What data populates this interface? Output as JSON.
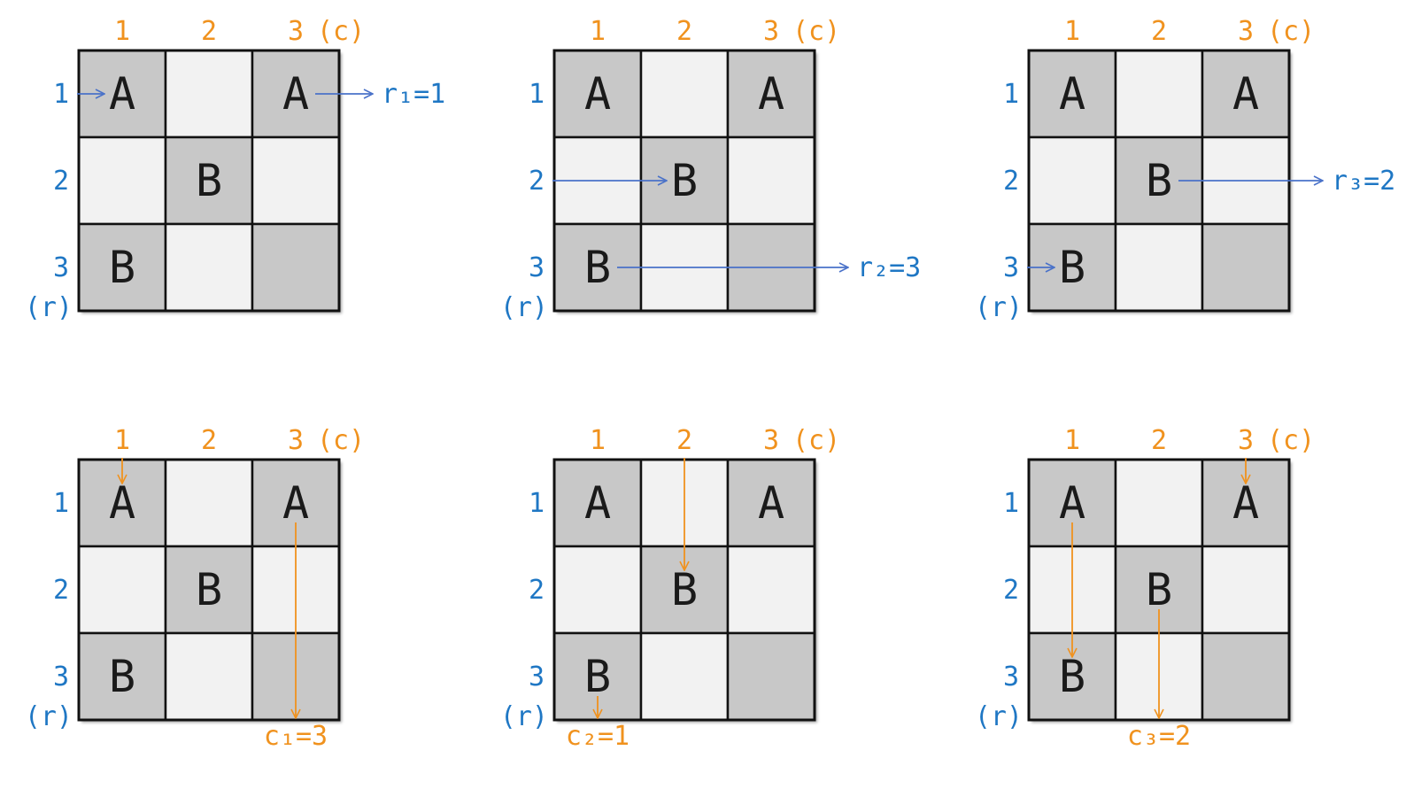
{
  "colors": {
    "row_label": "#1f77c4",
    "col_label": "#f0921e",
    "row_arrow": "#4a72c9",
    "col_arrow": "#f0921e",
    "cell_dark": "#c8c8c8",
    "cell_light": "#f2f2f2",
    "grid_line": "#111111"
  },
  "grid": {
    "cells": [
      [
        "A",
        "",
        "A"
      ],
      [
        "",
        "B",
        ""
      ],
      [
        "B",
        "",
        ""
      ]
    ],
    "dark": [
      [
        true,
        false,
        true
      ],
      [
        false,
        true,
        false
      ],
      [
        true,
        false,
        true
      ]
    ]
  },
  "col_labels": [
    "1",
    "2",
    "3",
    "(c)"
  ],
  "row_labels": [
    "1",
    "2",
    "3",
    "(r)"
  ],
  "panels": [
    {
      "kind": "row",
      "result": "r₁=1",
      "arrows": [
        {
          "line": 1,
          "from": "label",
          "to": 1
        },
        {
          "line": 1,
          "from": 3,
          "to": "out"
        }
      ]
    },
    {
      "kind": "row",
      "result": "r₂=3",
      "arrows": [
        {
          "line": 2,
          "from": "label",
          "to": 2
        },
        {
          "line": 3,
          "from": 1,
          "to": "out"
        }
      ]
    },
    {
      "kind": "row",
      "result": "r₃=2",
      "arrows": [
        {
          "line": 3,
          "from": "label",
          "to": 1
        },
        {
          "line": 2,
          "from": 2,
          "to": "out"
        }
      ]
    },
    {
      "kind": "col",
      "result": "c₁=3",
      "arrows": [
        {
          "line": 1,
          "from": "label",
          "to": 1
        },
        {
          "line": 3,
          "from": 1,
          "to": "out"
        }
      ]
    },
    {
      "kind": "col",
      "result": "c₂=1",
      "arrows": [
        {
          "line": 2,
          "from": "label",
          "to": 2
        },
        {
          "line": 1,
          "from": 3,
          "to": "out"
        }
      ]
    },
    {
      "kind": "col",
      "result": "c₃=2",
      "arrows": [
        {
          "line": 3,
          "from": "label",
          "to": 1
        },
        {
          "line": 1,
          "from": 1,
          "to": 3
        },
        {
          "line": 2,
          "from": 2,
          "to": "out"
        }
      ]
    }
  ]
}
